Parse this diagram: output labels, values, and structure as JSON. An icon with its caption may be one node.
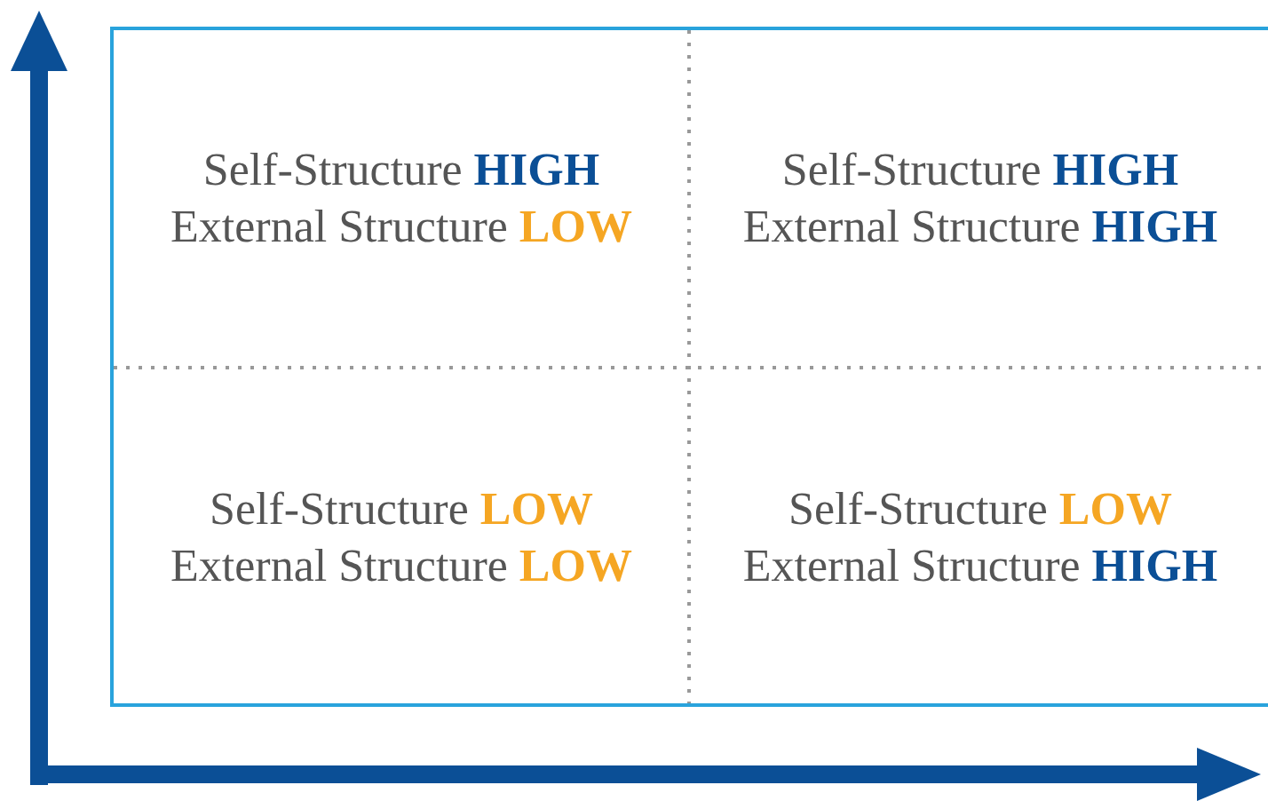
{
  "diagram": {
    "nodes": [
      {
        "text": [
          "Self-Structure **HIGH**",
          "External Structure **LOW**"
        ]
      },
      {
        "text": [
          "Self-Structure **HIGH**",
          "External Structure **HIGH**"
        ]
      },
      {
        "text": [
          "Self-Structure **LOW**",
          "External Structure **LOW**"
        ]
      },
      {
        "text": [
          "Self-Structure **LOW**",
          "External Structure **HIGH**"
        ]
      }
    ]
  }
}
